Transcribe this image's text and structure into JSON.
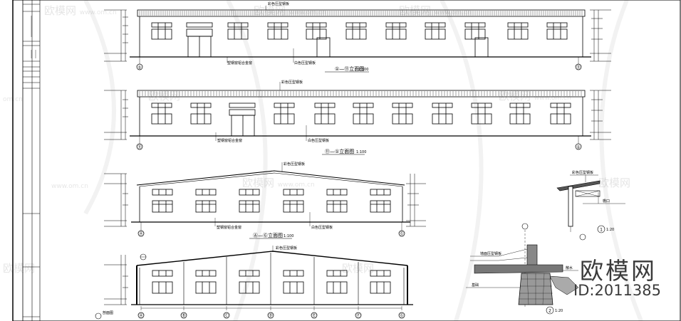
{
  "watermark": {
    "brand": "欧模网",
    "domain": "www.om.cn",
    "domain_short": "om.cn"
  },
  "brand_logo": {
    "name": "欧模网",
    "id": "ID:2011385"
  },
  "elevation_1": {
    "title": "①—⑪立面图",
    "scale": "1:100",
    "top_note": "彩色压型钢板",
    "bottom_notes": [
      "塑钢窗铝合金窗",
      "白色压型钢板"
    ],
    "grid": [
      "①",
      "⑪"
    ]
  },
  "elevation_2": {
    "title": "⑪—①立面图",
    "scale": "1:100",
    "top_note": "彩色压型钢板",
    "bottom_notes": [
      "塑钢窗铝合金窗",
      "白色压型钢板"
    ],
    "grid": [
      "⑪",
      "①"
    ]
  },
  "elevation_3": {
    "title": "Ⓐ—Ⓖ立面图",
    "scale": "1:100",
    "top_note": "彩色压型钢板",
    "bottom_notes": [
      "塑钢窗铝合金窗",
      "白色压型钢板"
    ],
    "grid": [
      "Ⓐ",
      "Ⓖ"
    ]
  },
  "section": {
    "label": "剖面图",
    "ridge_note": "彩色压型钢板",
    "grid": [
      "Ⓐ",
      "Ⓑ",
      "Ⓒ",
      "Ⓓ",
      "Ⓔ",
      "Ⓕ",
      "Ⓖ"
    ]
  },
  "detail_1": {
    "number": "1",
    "scale": "1:20",
    "notes": [
      "彩色压型钢板",
      "檐口"
    ]
  },
  "detail_2": {
    "number": "2",
    "scale": "1:20",
    "notes": [
      "墙面压型钢板",
      "散水",
      "基础"
    ]
  }
}
